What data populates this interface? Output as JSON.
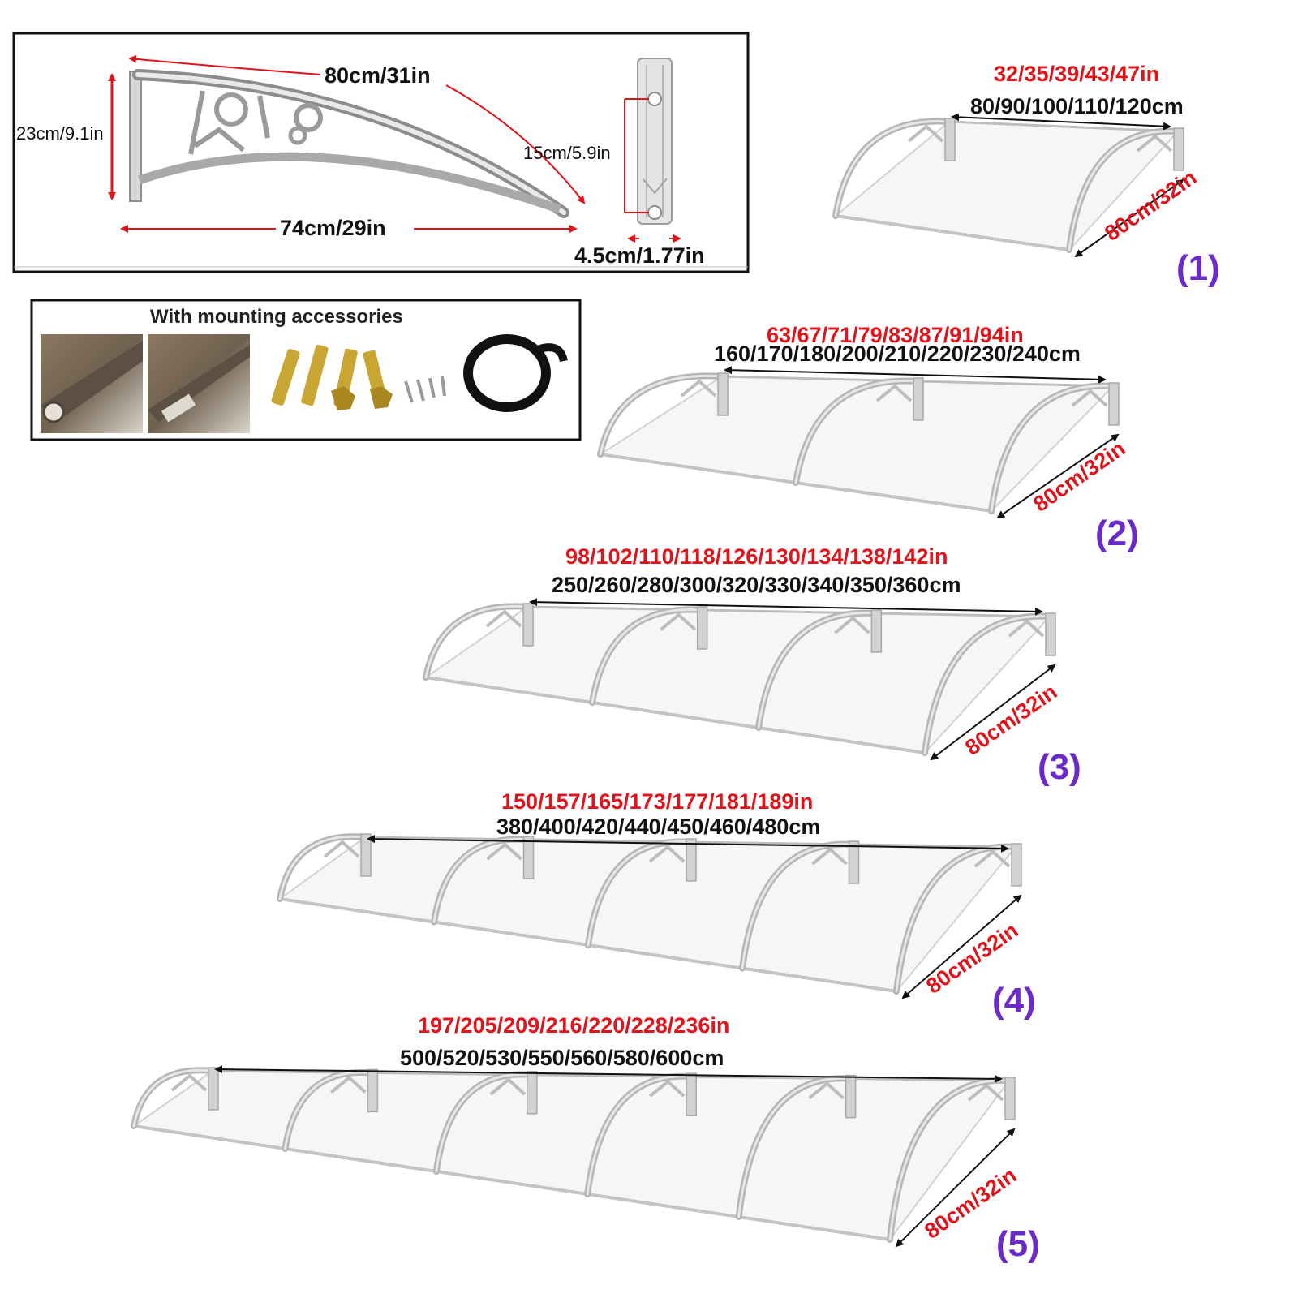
{
  "bracket_panel": {
    "arc_length": "80cm/31in",
    "height": "23cm/9.1in",
    "base_length": "74cm/29in",
    "plate_height": "15cm/5.9in",
    "plate_width": "4.5cm/1.77in"
  },
  "accessories": {
    "title": "With mounting accessories"
  },
  "canopies": [
    {
      "number": "(1)",
      "inches": "32/35/39/43/47in",
      "cm": "80/90/100/110/120cm",
      "depth": "80cm/32in",
      "segments": 1
    },
    {
      "number": "(2)",
      "inches": "63/67/71/79/83/87/91/94in",
      "cm": "160/170/180/200/210/220/230/240cm",
      "depth": "80cm/32in",
      "segments": 2
    },
    {
      "number": "(3)",
      "inches": "98/102/110/118/126/130/134/138/142in",
      "cm": "250/260/280/300/320/330/340/350/360cm",
      "depth": "80cm/32in",
      "segments": 3
    },
    {
      "number": "(4)",
      "inches": "150/157/165/173/177/181/189in",
      "cm": "380/400/420/440/450/460/480cm",
      "depth": "80cm/32in",
      "segments": 4
    },
    {
      "number": "(5)",
      "inches": "197/205/209/216/220/228/236in",
      "cm": "500/520/530/550/560/580/600cm",
      "depth": "80cm/32in",
      "segments": 5
    }
  ],
  "colors": {
    "red": "#e0141b",
    "purple": "#6a2bc9",
    "frame": "#b9b9b9"
  }
}
